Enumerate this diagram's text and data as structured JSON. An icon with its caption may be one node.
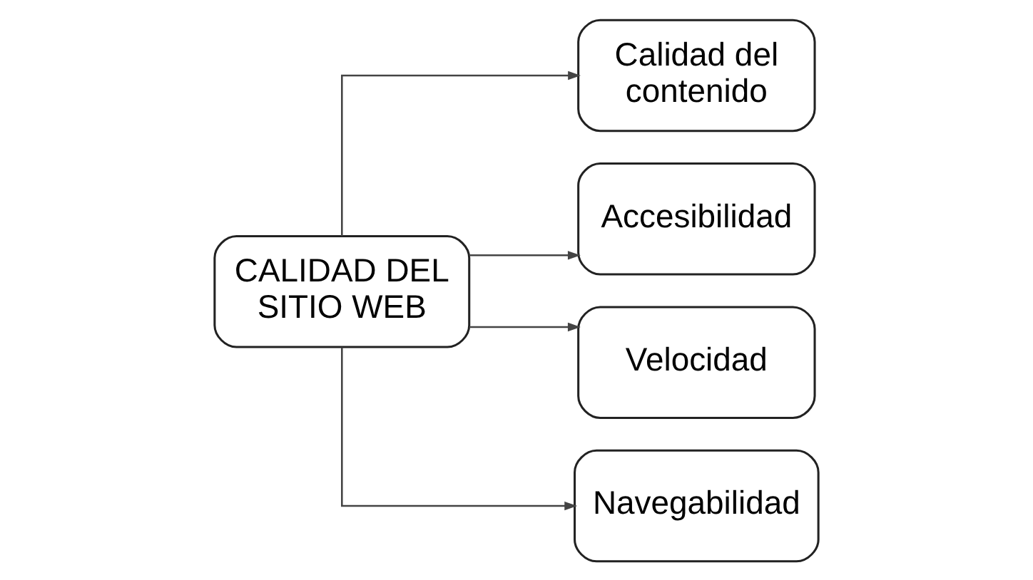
{
  "diagram": {
    "nodes": [
      {
        "text": [
          "CALIDAD DEL SITIO WEB"
        ]
      },
      {
        "text": [
          "Calidad del contenido"
        ]
      },
      {
        "text": [
          "Accesibilidad"
        ]
      },
      {
        "text": [
          "Velocidad"
        ]
      },
      {
        "text": [
          "Navegabilidad"
        ]
      }
    ],
    "edges": [
      {
        "from": 0,
        "to": 1,
        "arrow": "to"
      },
      {
        "from": 0,
        "to": 2,
        "arrow": "to"
      },
      {
        "from": 0,
        "to": 3,
        "arrow": "to"
      },
      {
        "from": 0,
        "to": 4,
        "arrow": "to"
      }
    ]
  }
}
